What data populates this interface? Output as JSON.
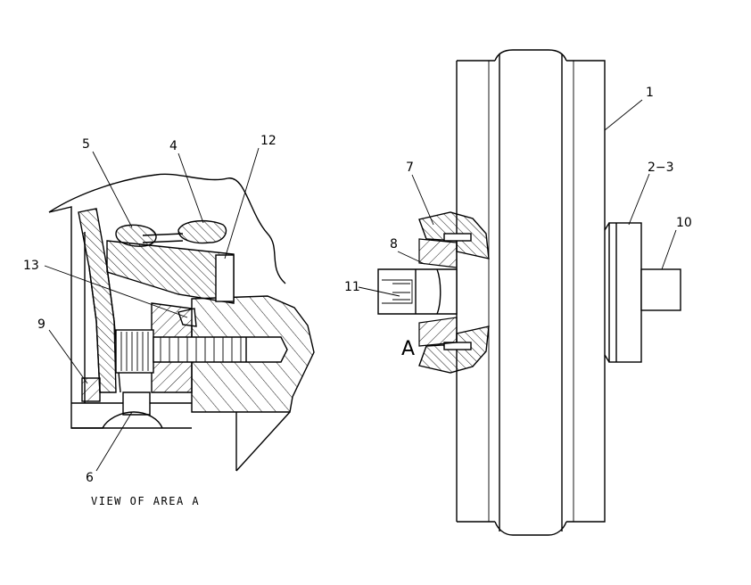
{
  "callouts": {
    "c1": "1",
    "c2_3": "2−3",
    "c4": "4",
    "c5": "5",
    "c6": "6",
    "c7": "7",
    "c8": "8",
    "c9": "9",
    "c10": "10",
    "c11": "11",
    "c12": "12",
    "c13": "13"
  },
  "area_marker": "A",
  "caption": "VIEW  OF  AREA  A"
}
